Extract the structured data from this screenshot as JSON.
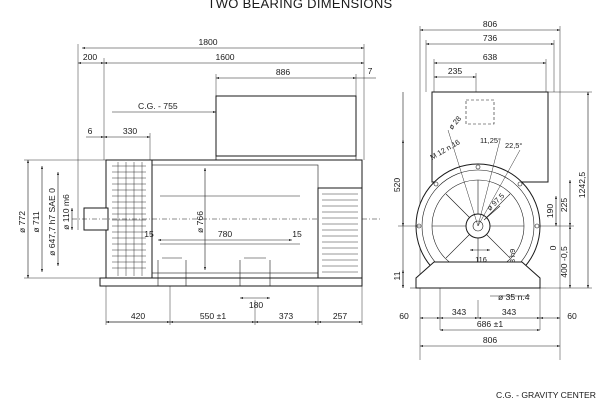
{
  "title": "TWO BEARING DIMENSIONS",
  "footer": "C.G. - GRAVITY  CENTER",
  "side_view": {
    "top_dims": {
      "overall": "1800",
      "d200": "200",
      "d1600": "1600",
      "d886": "886",
      "d7": "7"
    },
    "cg_label": "C.G. - 755",
    "left_dims": {
      "d6": "6",
      "d330": "330"
    },
    "vertical_dims": {
      "dia772": "ø 772",
      "dia711": "ø 711",
      "dia647": "ø 647,7  h7  SAE  0",
      "dia110": "ø 110  m6",
      "dia766": "ø 766"
    },
    "inner_dims": {
      "left15": "15",
      "d780": "780",
      "right15": "15",
      "d180": "180"
    },
    "bottom_dims": {
      "d420": "420",
      "d550": "550 ±1",
      "d373": "373",
      "d257": "257"
    }
  },
  "end_view": {
    "top_dims": {
      "d806": "806",
      "d736": "736",
      "d638": "638",
      "d235": "235"
    },
    "angle_labels": {
      "dia28": "ø 28",
      "holes": "M 12  n.16",
      "a1125": "11,25°",
      "a225": "22,5°"
    },
    "vertical_dims": {
      "d520": "520",
      "d12425": "1242,5",
      "d225": "225",
      "d190": "190",
      "d400": "400  -0,5",
      "d0": "0",
      "d11": "11"
    },
    "center_dims": {
      "dia975": "ø 97,5",
      "d116": "116",
      "d28h9": "28  h9"
    },
    "bottom_dims": {
      "dia35": "ø 35  n.4",
      "left60": "60",
      "left343": "343",
      "right343": "343",
      "right60": "60",
      "d686": "686 ±1",
      "d806b": "806"
    }
  }
}
